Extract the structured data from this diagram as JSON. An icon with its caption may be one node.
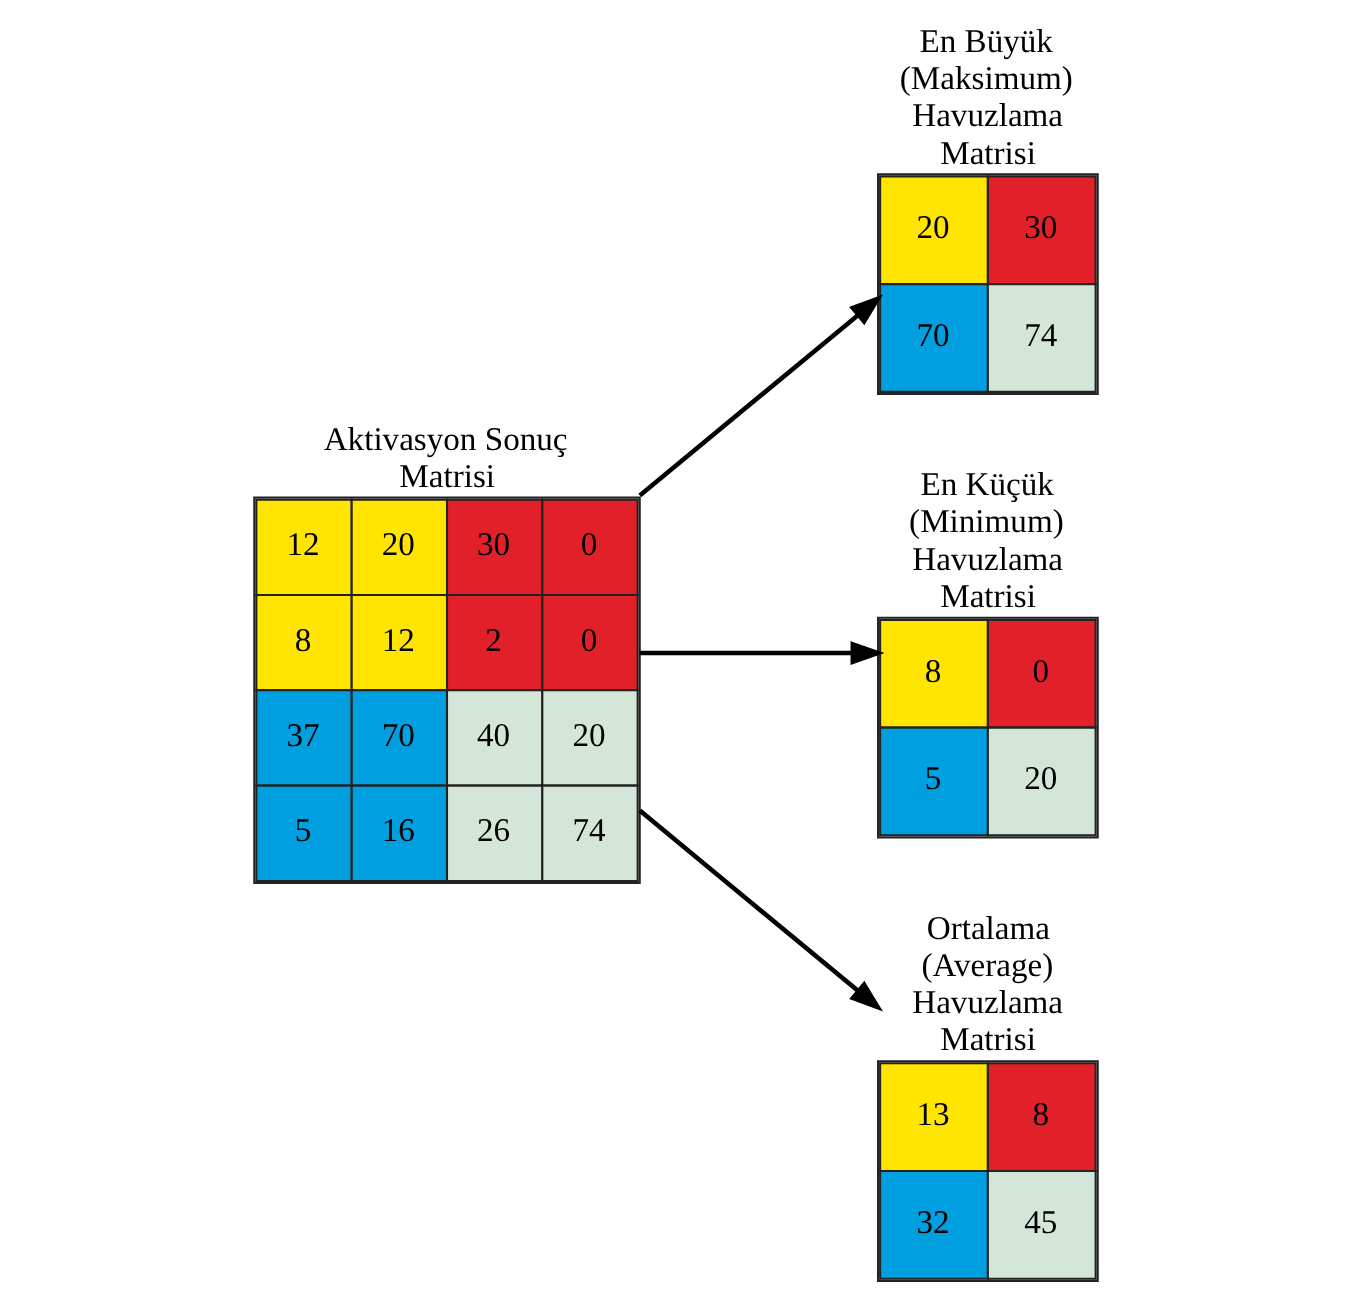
{
  "diagram": {
    "nodes": [
      {
        "text": [
          "Aktivasyon Sonuç Matrisi",
          "12",
          "20",
          "30",
          "0",
          "8",
          "12",
          "2",
          "0",
          "37",
          "70",
          "40",
          "20",
          "5",
          "16",
          "26",
          "74"
        ]
      },
      {
        "text": [
          "En Büyük (Maksimum) Havuzlama Matrisi",
          "20",
          "30",
          "70",
          "74"
        ]
      },
      {
        "text": [
          "En Küçük (Minimum) Havuzlama Matrisi",
          "8",
          "0",
          "5",
          "20"
        ]
      },
      {
        "text": [
          "Ortalama (Average) Havuzlama Matrisi",
          "13",
          "8",
          "32",
          "45"
        ]
      }
    ],
    "edges": [
      {
        "from": 0,
        "to": 1,
        "arrow": "to"
      },
      {
        "from": 0,
        "to": 2,
        "arrow": "to"
      },
      {
        "from": 0,
        "to": 3,
        "arrow": "to"
      }
    ]
  }
}
